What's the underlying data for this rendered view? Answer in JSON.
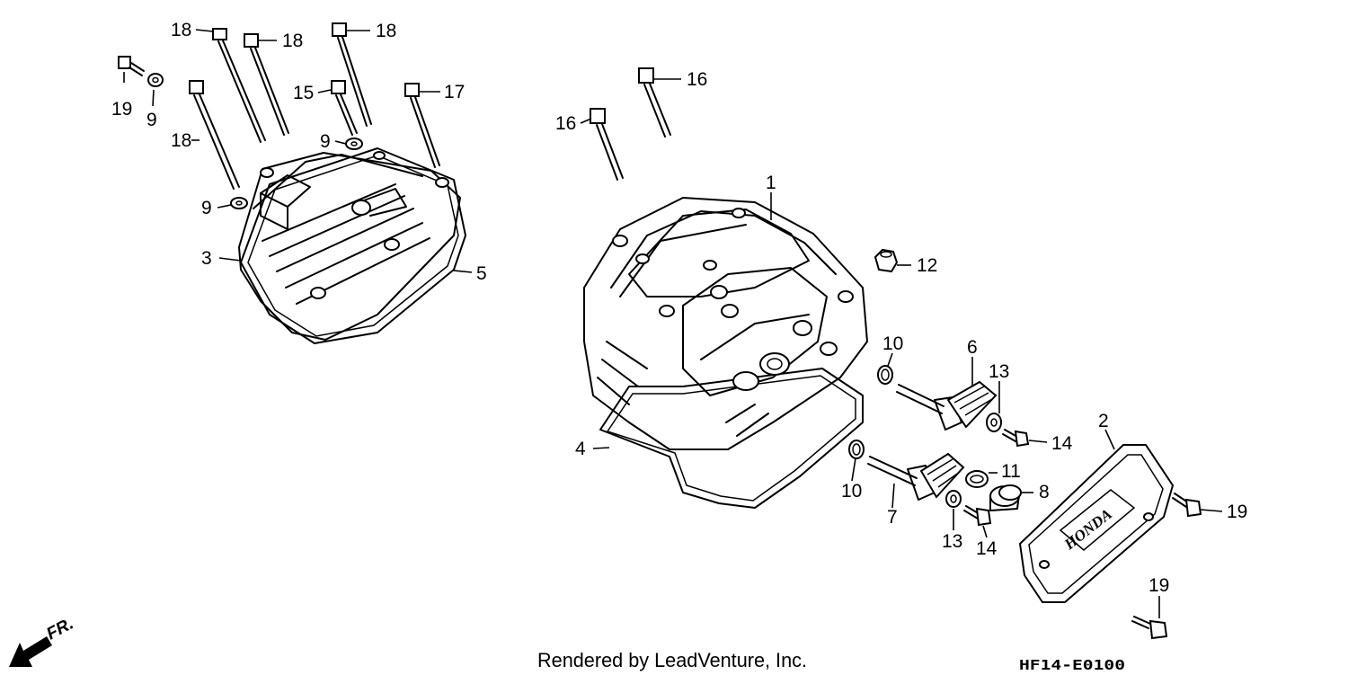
{
  "callouts": [
    {
      "id": "c18a",
      "label": "18"
    },
    {
      "id": "c18b",
      "label": "18"
    },
    {
      "id": "c18c",
      "label": "18"
    },
    {
      "id": "c18d",
      "label": "18"
    },
    {
      "id": "c19a",
      "label": "19"
    },
    {
      "id": "c9a",
      "label": "9"
    },
    {
      "id": "c15",
      "label": "15"
    },
    {
      "id": "c17",
      "label": "17"
    },
    {
      "id": "c9b",
      "label": "9"
    },
    {
      "id": "c9c",
      "label": "9"
    },
    {
      "id": "c3",
      "label": "3"
    },
    {
      "id": "c5",
      "label": "5"
    },
    {
      "id": "c16a",
      "label": "16"
    },
    {
      "id": "c16b",
      "label": "16"
    },
    {
      "id": "c1",
      "label": "1"
    },
    {
      "id": "c12",
      "label": "12"
    },
    {
      "id": "c10a",
      "label": "10"
    },
    {
      "id": "c6",
      "label": "6"
    },
    {
      "id": "c13a",
      "label": "13"
    },
    {
      "id": "c14a",
      "label": "14"
    },
    {
      "id": "c2",
      "label": "2"
    },
    {
      "id": "c4",
      "label": "4"
    },
    {
      "id": "c10b",
      "label": "10"
    },
    {
      "id": "c11",
      "label": "11"
    },
    {
      "id": "c8",
      "label": "8"
    },
    {
      "id": "c7",
      "label": "7"
    },
    {
      "id": "c13b",
      "label": "13"
    },
    {
      "id": "c14b",
      "label": "14"
    },
    {
      "id": "c19b",
      "label": "19"
    },
    {
      "id": "c19c",
      "label": "19"
    }
  ],
  "direction_label": "FR.",
  "cover_logo": "HONDA",
  "credit": "Rendered by LeadVenture, Inc.",
  "diagram_code": "HF14-E0100"
}
